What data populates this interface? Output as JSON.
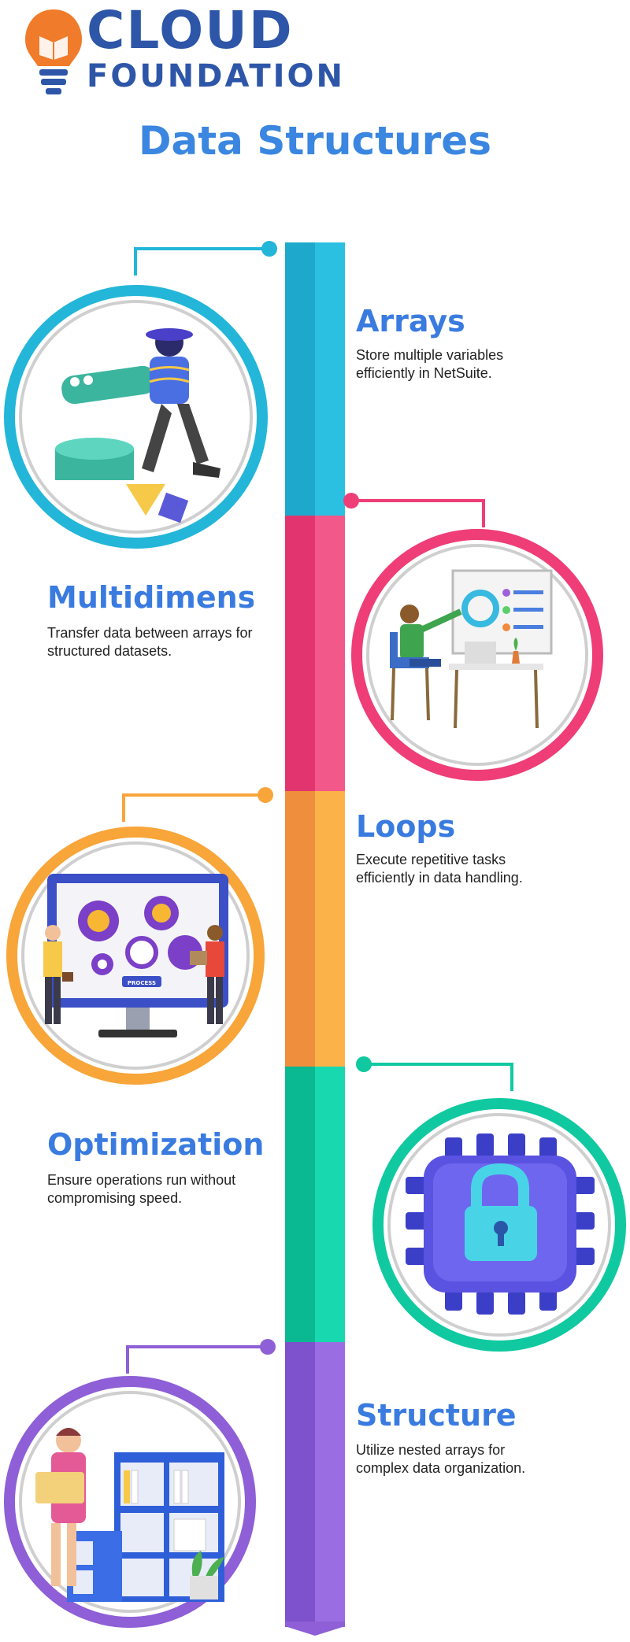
{
  "brand": {
    "word1": "CLOUD",
    "word2": "FOUNDATION",
    "icon": "lightbulb-book-icon"
  },
  "title": "Data Structures",
  "sections": [
    {
      "heading": "Arrays",
      "desc1": "Store multiple variables",
      "desc2": "efficiently in NetSuite.",
      "color": "#23b6d9",
      "illustration": "person-carrying-database-icon"
    },
    {
      "heading": "Multidimensional",
      "desc1": "Transfer data between arrays for",
      "desc2": "structured datasets.",
      "color": "#ef3d78",
      "illustration": "person-at-dashboard-icon"
    },
    {
      "heading": "Loops",
      "desc1": "Execute repetitive tasks",
      "desc2": "efficiently in data handling.",
      "color": "#f8a53a",
      "illustration": "process-gears-monitor-icon"
    },
    {
      "heading": "Optimization",
      "desc1": "Ensure operations run without",
      "desc2": "compromising speed.",
      "color": "#10c9a0",
      "illustration": "lock-chip-icon"
    },
    {
      "heading": "Structure",
      "desc1": "Utilize nested arrays for",
      "desc2": "complex data organization.",
      "color": "#8e5fd6",
      "illustration": "person-with-shelves-icon"
    }
  ]
}
